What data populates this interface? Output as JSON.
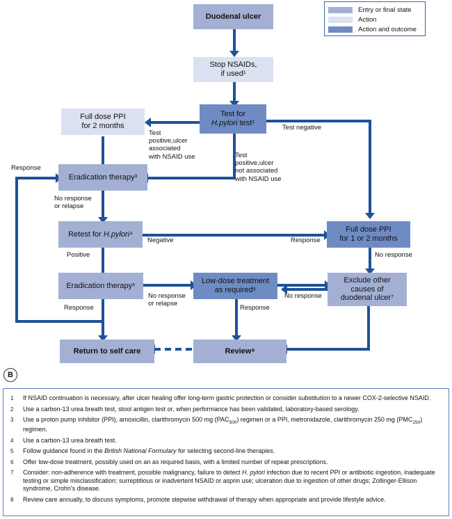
{
  "panel": {
    "label": "B"
  },
  "legend": {
    "items": [
      {
        "label": "Entry or final state",
        "color": "#a3b0d4",
        "type": "entry"
      },
      {
        "label": "Action",
        "color": "#dbe1f1",
        "type": "action"
      },
      {
        "label": "Action and outcome",
        "color": "#6f8bc4",
        "type": "both"
      }
    ]
  },
  "nodes": {
    "duodenal_ulcer": "Duodenal ulcer",
    "stop_nsaids": "Stop NSAIDs,\nif used¹",
    "full_dose_ppi_2m": "Full dose PPI\nfor 2 months",
    "test_hpylori": "Test for\nH.pylori test²",
    "eradication_3": "Eradication therapy³",
    "retest_hpylori": "Retest for H.pylori⁴",
    "full_dose_ppi_1or2m": "Full dose PPI\nfor 1 or 2 months",
    "eradication_5": "Eradication therapy⁵",
    "low_dose_treatment": "Low-dose treatment\nas required⁶",
    "exclude_other": "Exclude other\ncauses of\nduodenal ulcer⁷",
    "return_self_care": "Return to self care",
    "review": "Review⁸"
  },
  "edge_labels": {
    "test_pos_nsaid": "Test\npositive,ulcer\nassociated\nwith NSAID use",
    "test_negative": "Test negative",
    "test_pos_not_nsaid": "Test\npositive,ulcer\nnot associated\nwith NSAID use",
    "response_left_top": "Response",
    "no_response_or_relapse_1": "No response\nor relapse",
    "negative": "Negative",
    "positive": "Positive",
    "response_right_mid": "Response",
    "no_response_right": "No response",
    "no_response_or_relapse_2": "No response\nor relapse",
    "response_bottom_left": "Response",
    "no_response_mid": "No response",
    "response_bottom_mid": "Response"
  },
  "footnotes": [
    {
      "n": "1",
      "text": "If NSAID continuation is necessary, after ulcer healing offer long-term gastric protection or consider substitution to a newer COX-2-selective NSAID."
    },
    {
      "n": "2",
      "text": "Use a carbon-13 urea breath test, stool antigen test or, when performance has been validated, laboratory-based serology."
    },
    {
      "n": "3",
      "text": "Use a proton pump inhibitor (PPI), amoxicillin, clarithromycin 500 mg (PAC500) regimen or a PPI, metronidazole, clarithromycin 250 mg (PMC250) regimen."
    },
    {
      "n": "4",
      "text": "Use a carbon-13 urea breath test."
    },
    {
      "n": "5",
      "text": "Follow guidance found in the British National Formulary for selecting second-line therapies."
    },
    {
      "n": "6",
      "text": "Offer low-dose treatment, possibly used on an as required basis, with a limited number of repeat prescriptions."
    },
    {
      "n": "7",
      "text": "Consider: non-adherence with treatment, possible malignancy, failure to detect H. pylori infection due to recent PPI or antibiotic ingestion, inadequate testing or simple misclassification; surreptitious or inadvertent NSAID or asprin use; ulceration due to ingestion of other drugs; Zollinger-Ellison syndrome, Crohn's disease."
    },
    {
      "n": "8",
      "text": "Review care annually, to discuss symptoms, promote stepwise withdrawal of therapy when appropriate and provide lifestyle advice."
    }
  ]
}
